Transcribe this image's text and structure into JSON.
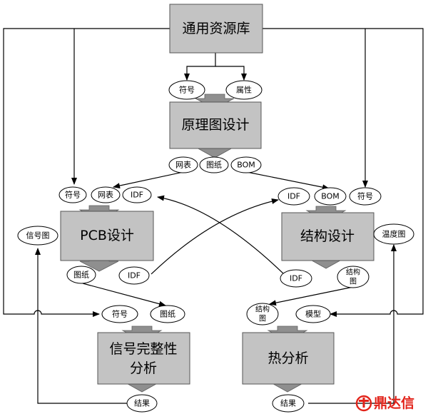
{
  "boxes": {
    "library": "通用资源库",
    "schematic": "原理图设计",
    "pcb": "PCB设计",
    "structure": "结构设计",
    "si_line1": "信号完整性",
    "si_line2": "分析",
    "thermal": "热分析"
  },
  "ovals": {
    "lib_symbol": "符号",
    "lib_property": "属性",
    "sch_netlist": "网表",
    "sch_drawing": "图纸",
    "sch_bom": "BOM",
    "pcb_in_symbol": "符号",
    "pcb_in_netlist": "网表",
    "pcb_in_idf": "IDF",
    "pcb_in_signal_map": "信号图",
    "pcb_out_drawing": "图纸",
    "pcb_out_idf": "IDF",
    "str_in_idf": "IDF",
    "str_in_bom": "BOM",
    "str_in_symbol": "符号",
    "str_in_temp_map": "温度图",
    "str_out_idf": "IDF",
    "str_out_drawing_l1": "结构",
    "str_out_drawing_l2": "图",
    "si_in_symbol": "符号",
    "si_in_drawing": "图纸",
    "si_out_result": "结果",
    "th_in_drawing_l1": "结构",
    "th_in_drawing_l2": "图",
    "th_in_model": "模型",
    "th_out_result": "结果"
  },
  "watermark": {
    "text": "鼎达信"
  }
}
